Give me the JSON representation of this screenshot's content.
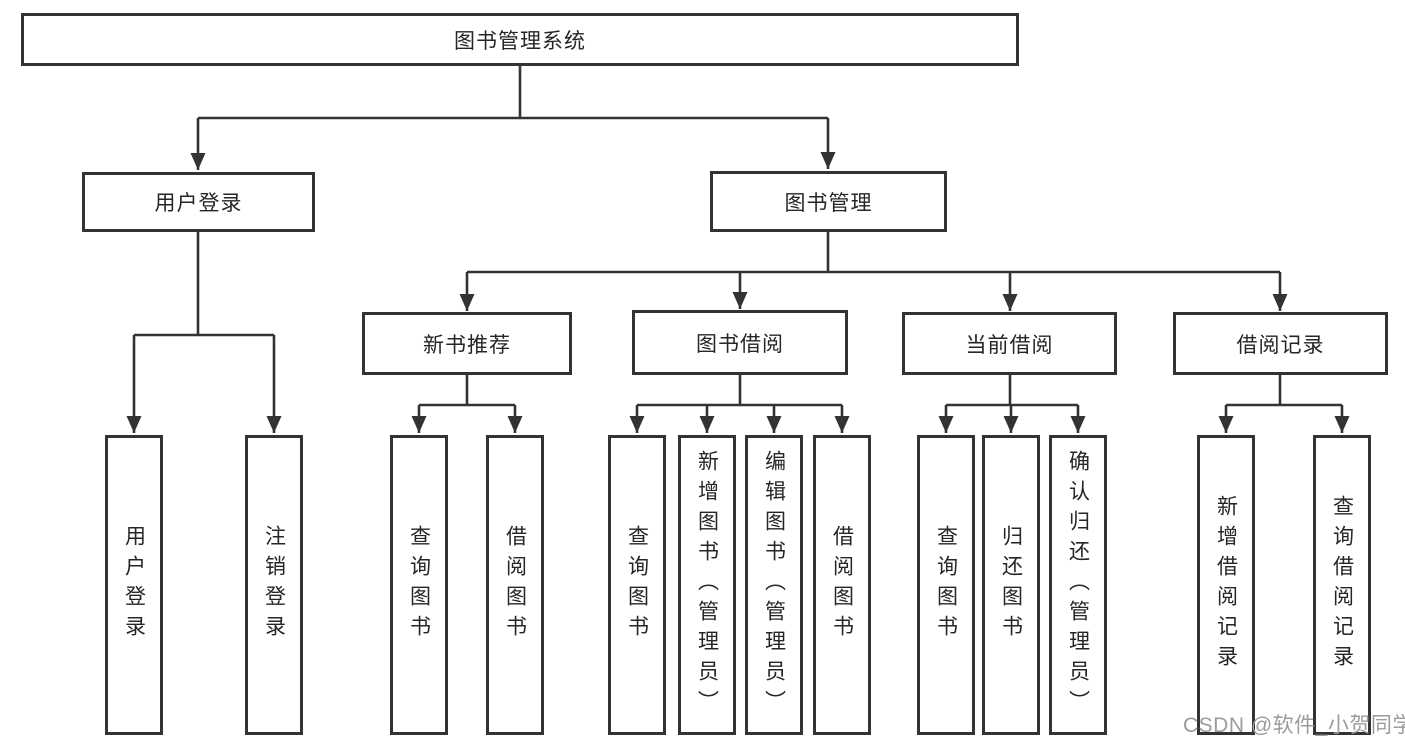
{
  "diagram": {
    "root": "图书管理系统",
    "level2": {
      "user_login": "用户登录",
      "book_mgmt": "图书管理"
    },
    "user_login_children": [
      "用户登录",
      "注销登录"
    ],
    "modules": [
      "新书推荐",
      "图书借阅",
      "当前借阅",
      "借阅记录"
    ],
    "new_book_children": [
      "查询图书",
      "借阅图书"
    ],
    "borrow_children": [
      "查询图书",
      "新增图书（管理员）",
      "编辑图书（管理员）",
      "借阅图书"
    ],
    "current_children": [
      "查询图书",
      "归还图书",
      "确认归还（管理员）"
    ],
    "record_children": [
      "新增借阅记录",
      "查询借阅记录"
    ]
  },
  "watermark": "CSDN @软件_小贺同学",
  "colors": {
    "line": "#333333",
    "text": "#262626",
    "watermark": "#9c9c9c",
    "background": "#ffffff"
  }
}
